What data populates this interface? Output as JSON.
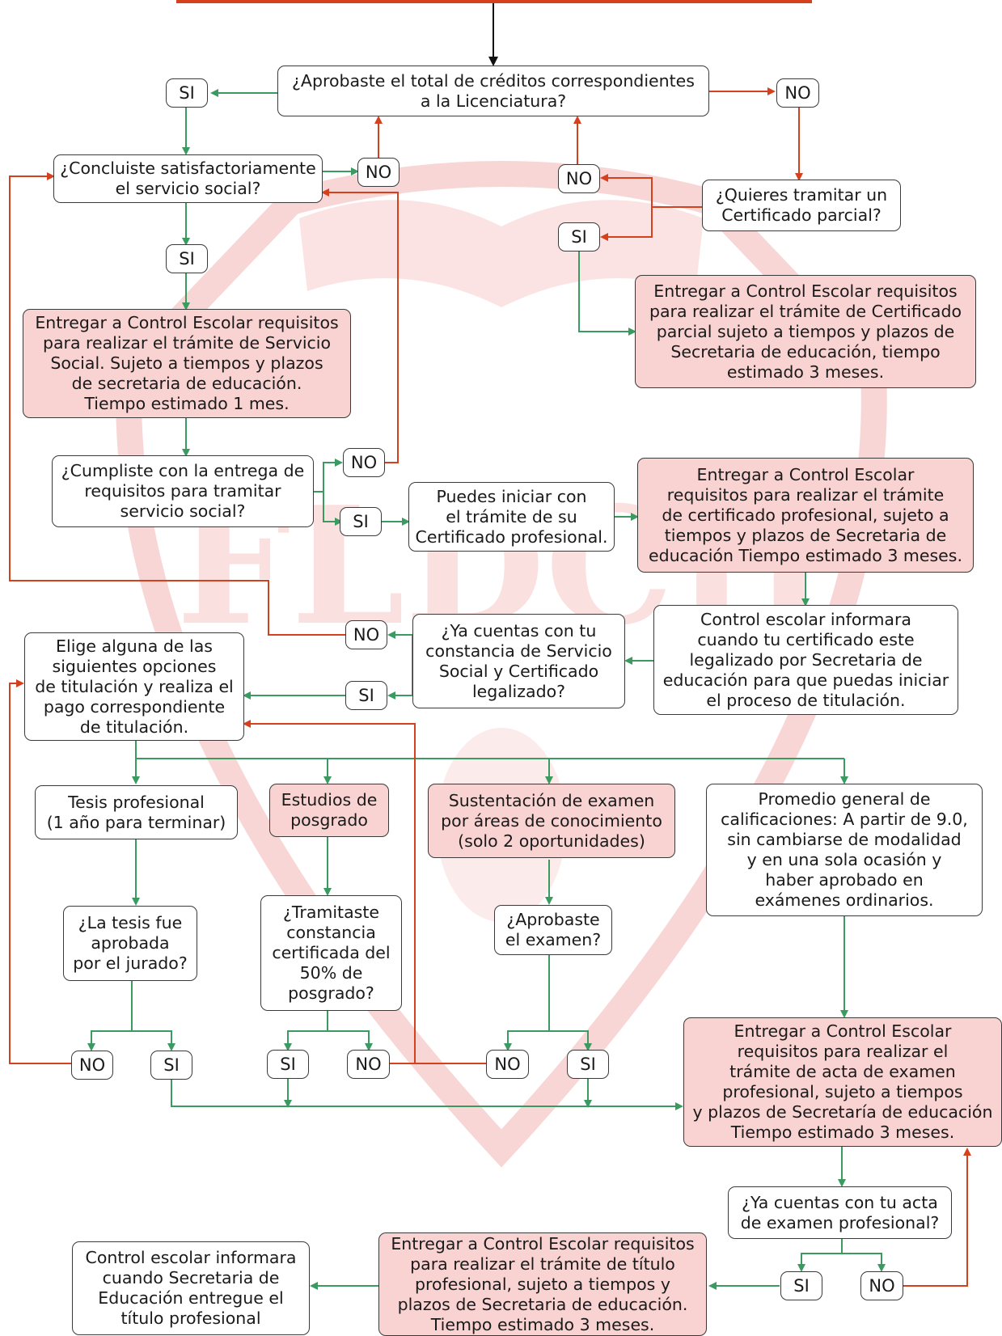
{
  "colors": {
    "green": "#3a9a60",
    "red": "#d5401d",
    "pink": "#f9d2d2",
    "watermark": "#f8d6d6"
  },
  "watermark": {
    "text": "FLDCH"
  },
  "nodes": {
    "q_creditos": "¿Aprobaste el total de créditos correspondientes\na la Licenciatura?",
    "q_creditos_si": "SI",
    "q_creditos_no": "NO",
    "q_servicio": "¿Concluiste satisfactoriamente\nel servicio social?",
    "q_servicio_no": "NO",
    "q_servicio_si": "SI",
    "q_parcial": "¿Quieres tramitar un\nCertificado parcial?",
    "q_parcial_no": "NO",
    "q_parcial_si": "SI",
    "a_parcial": "Entregar a Control Escolar requisitos\npara realizar el trámite de Certificado\nparcial sujeto a tiempos y plazos de\nSecretaria de educación, tiempo\nestimado 3 meses.",
    "a_servicio": "Entregar a Control Escolar requisitos\npara realizar el trámite de Servicio\nSocial. Sujeto a tiempos y plazos\nde secretaria de educación.\nTiempo estimado 1 mes.",
    "q_cumpliste": "¿Cumpliste con la entrega de\nrequisitos para tramitar\nservicio social?",
    "q_cumpliste_no": "NO",
    "q_cumpliste_si": "SI",
    "a_iniciar": "Puedes iniciar con\nel trámite de su\nCertificado profesional.",
    "a_cert_prof": "Entregar a Control Escolar\nrequisitos para realizar el trámite\nde certificado profesional, sujeto a\ntiempos y plazos de Secretaria de\neducación Tiempo estimado 3 meses.",
    "a_informara_cert": "Control escolar informara\ncuando tu certificado este\nlegalizado por Secretaria de\neducación para que puedas iniciar\nel proceso de titulación.",
    "q_constancia": "¿Ya cuentas con tu\nconstancia de Servicio\nSocial y Certificado\nlegalizado?",
    "q_constancia_no": "NO",
    "q_constancia_si": "SI",
    "a_elige": "Elige alguna de las\nsiguientes opciones\nde titulación y realiza el\npago correspondiente\nde titulación.",
    "opt_tesis": "Tesis profesional\n(1 año para terminar)",
    "opt_posgrado": "Estudios de\nposgrado",
    "opt_examen": "Sustentación de examen\npor áreas de conocimiento\n(solo 2 oportunidades)",
    "opt_promedio": "Promedio general de\ncalificaciones: A partir de 9.0,\nsin cambiarse de modalidad\ny en una sola ocasión y\nhaber aprobado en\nexámenes ordinarios.",
    "q_tesis": "¿La tesis fue\naprobada\npor el jurado?",
    "q_posgrado": "¿Tramitaste\nconstancia\ncertificada del\n50% de\nposgrado?",
    "q_examen": "¿Aprobaste\nel examen?",
    "tesis_no": "NO",
    "tesis_si": "SI",
    "posgrado_si": "SI",
    "posgrado_no": "NO",
    "examen_no": "NO",
    "examen_si": "SI",
    "a_acta": "Entregar a Control Escolar\nrequisitos para realizar el\ntrámite de acta de examen\nprofesional, sujeto a tiempos\ny plazos de Secretaría de educación\nTiempo estimado 3 meses.",
    "q_acta": "¿Ya cuentas con tu acta\nde examen profesional?",
    "acta_si": "SI",
    "acta_no": "NO",
    "a_titulo": "Entregar a Control Escolar requisitos\npara realizar el trámite de título\nprofesional, sujeto a tiempos y\nplazos de Secretaria de educación.\nTiempo estimado 3 meses.",
    "a_informara_titulo": "Control escolar informara\ncuando Secretaria de\nEducación entregue el\ntítulo profesional"
  }
}
